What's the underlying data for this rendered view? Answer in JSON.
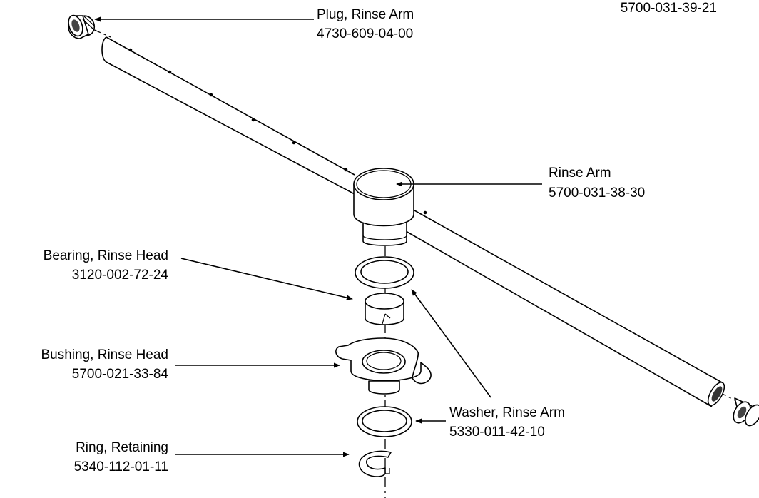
{
  "diagram": {
    "top_right_part_number": "5700-031-39-21",
    "callouts": [
      {
        "id": "plug",
        "name": "Plug, Rinse Arm",
        "part_number": "4730-609-04-00"
      },
      {
        "id": "rinse-arm",
        "name": "Rinse Arm",
        "part_number": "5700-031-38-30"
      },
      {
        "id": "bearing",
        "name": "Bearing, Rinse Head",
        "part_number": "3120-002-72-24"
      },
      {
        "id": "bushing",
        "name": "Bushing, Rinse Head",
        "part_number": "5700-021-33-84"
      },
      {
        "id": "washer",
        "name": "Washer, Rinse Arm",
        "part_number": "5330-011-42-10"
      },
      {
        "id": "ring",
        "name": "Ring, Retaining",
        "part_number": "5340-112-01-11"
      }
    ]
  }
}
